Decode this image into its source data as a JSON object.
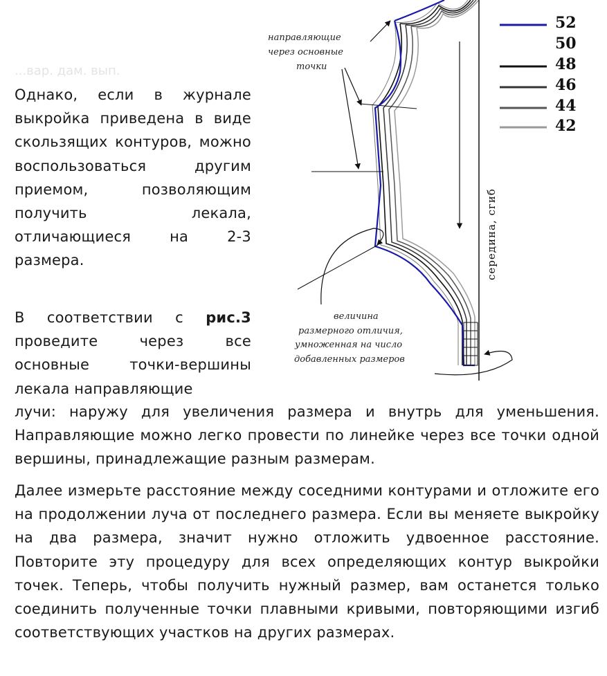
{
  "top_faded_text": "...вар. дам. вып.",
  "paragraph1": "Однако, если в журнале выкройка приведена в виде скользящих контуров, можно воспользоваться другим приемом, позволяющим получить лекала, отличающиеся на 2-3 размера.",
  "paragraph2": {
    "before_bold": "В соответствии с ",
    "bold": "рис.3",
    "after_bold": " проведите через все основные точки-вершины лекала направляющие",
    "continuation": "лучи: наружу для увеличения размера и внутрь для уменьшения. Направляющие можно легко провести по линейке через все точки одной вершины, принадлежащие разным размерам."
  },
  "paragraph3": "Далее измерьте расстояние между соседними контурами и отложите его на продолжении луча от последнего размера. Если вы меняете выкройку на два размера, значит нужно отложить удвоенное расстояние. Повторите эту процедуру для всех определяющих контур выкройки точек. Теперь, чтобы получить нужный размер, вам останется только соединить полученные точки плавными кривыми, повторяющими изгиб соответствующих участков на других размерах.",
  "figure": {
    "annotation_top": [
      "направляющие",
      "через основные",
      "точки"
    ],
    "annotation_bottom": [
      "величина",
      "размерного отличия,",
      "умноженная на число",
      "добавленных размеров"
    ],
    "vertical_label": "середина, сгиб",
    "legend": [
      {
        "size": "52",
        "color": "#1a1aa8"
      },
      {
        "size": "50",
        "color": "#ffffff"
      },
      {
        "size": "48",
        "color": "#111111"
      },
      {
        "size": "46",
        "color": "#333333"
      },
      {
        "size": "44",
        "color": "#555555"
      },
      {
        "size": "42",
        "color": "#9a9a9a"
      }
    ]
  }
}
